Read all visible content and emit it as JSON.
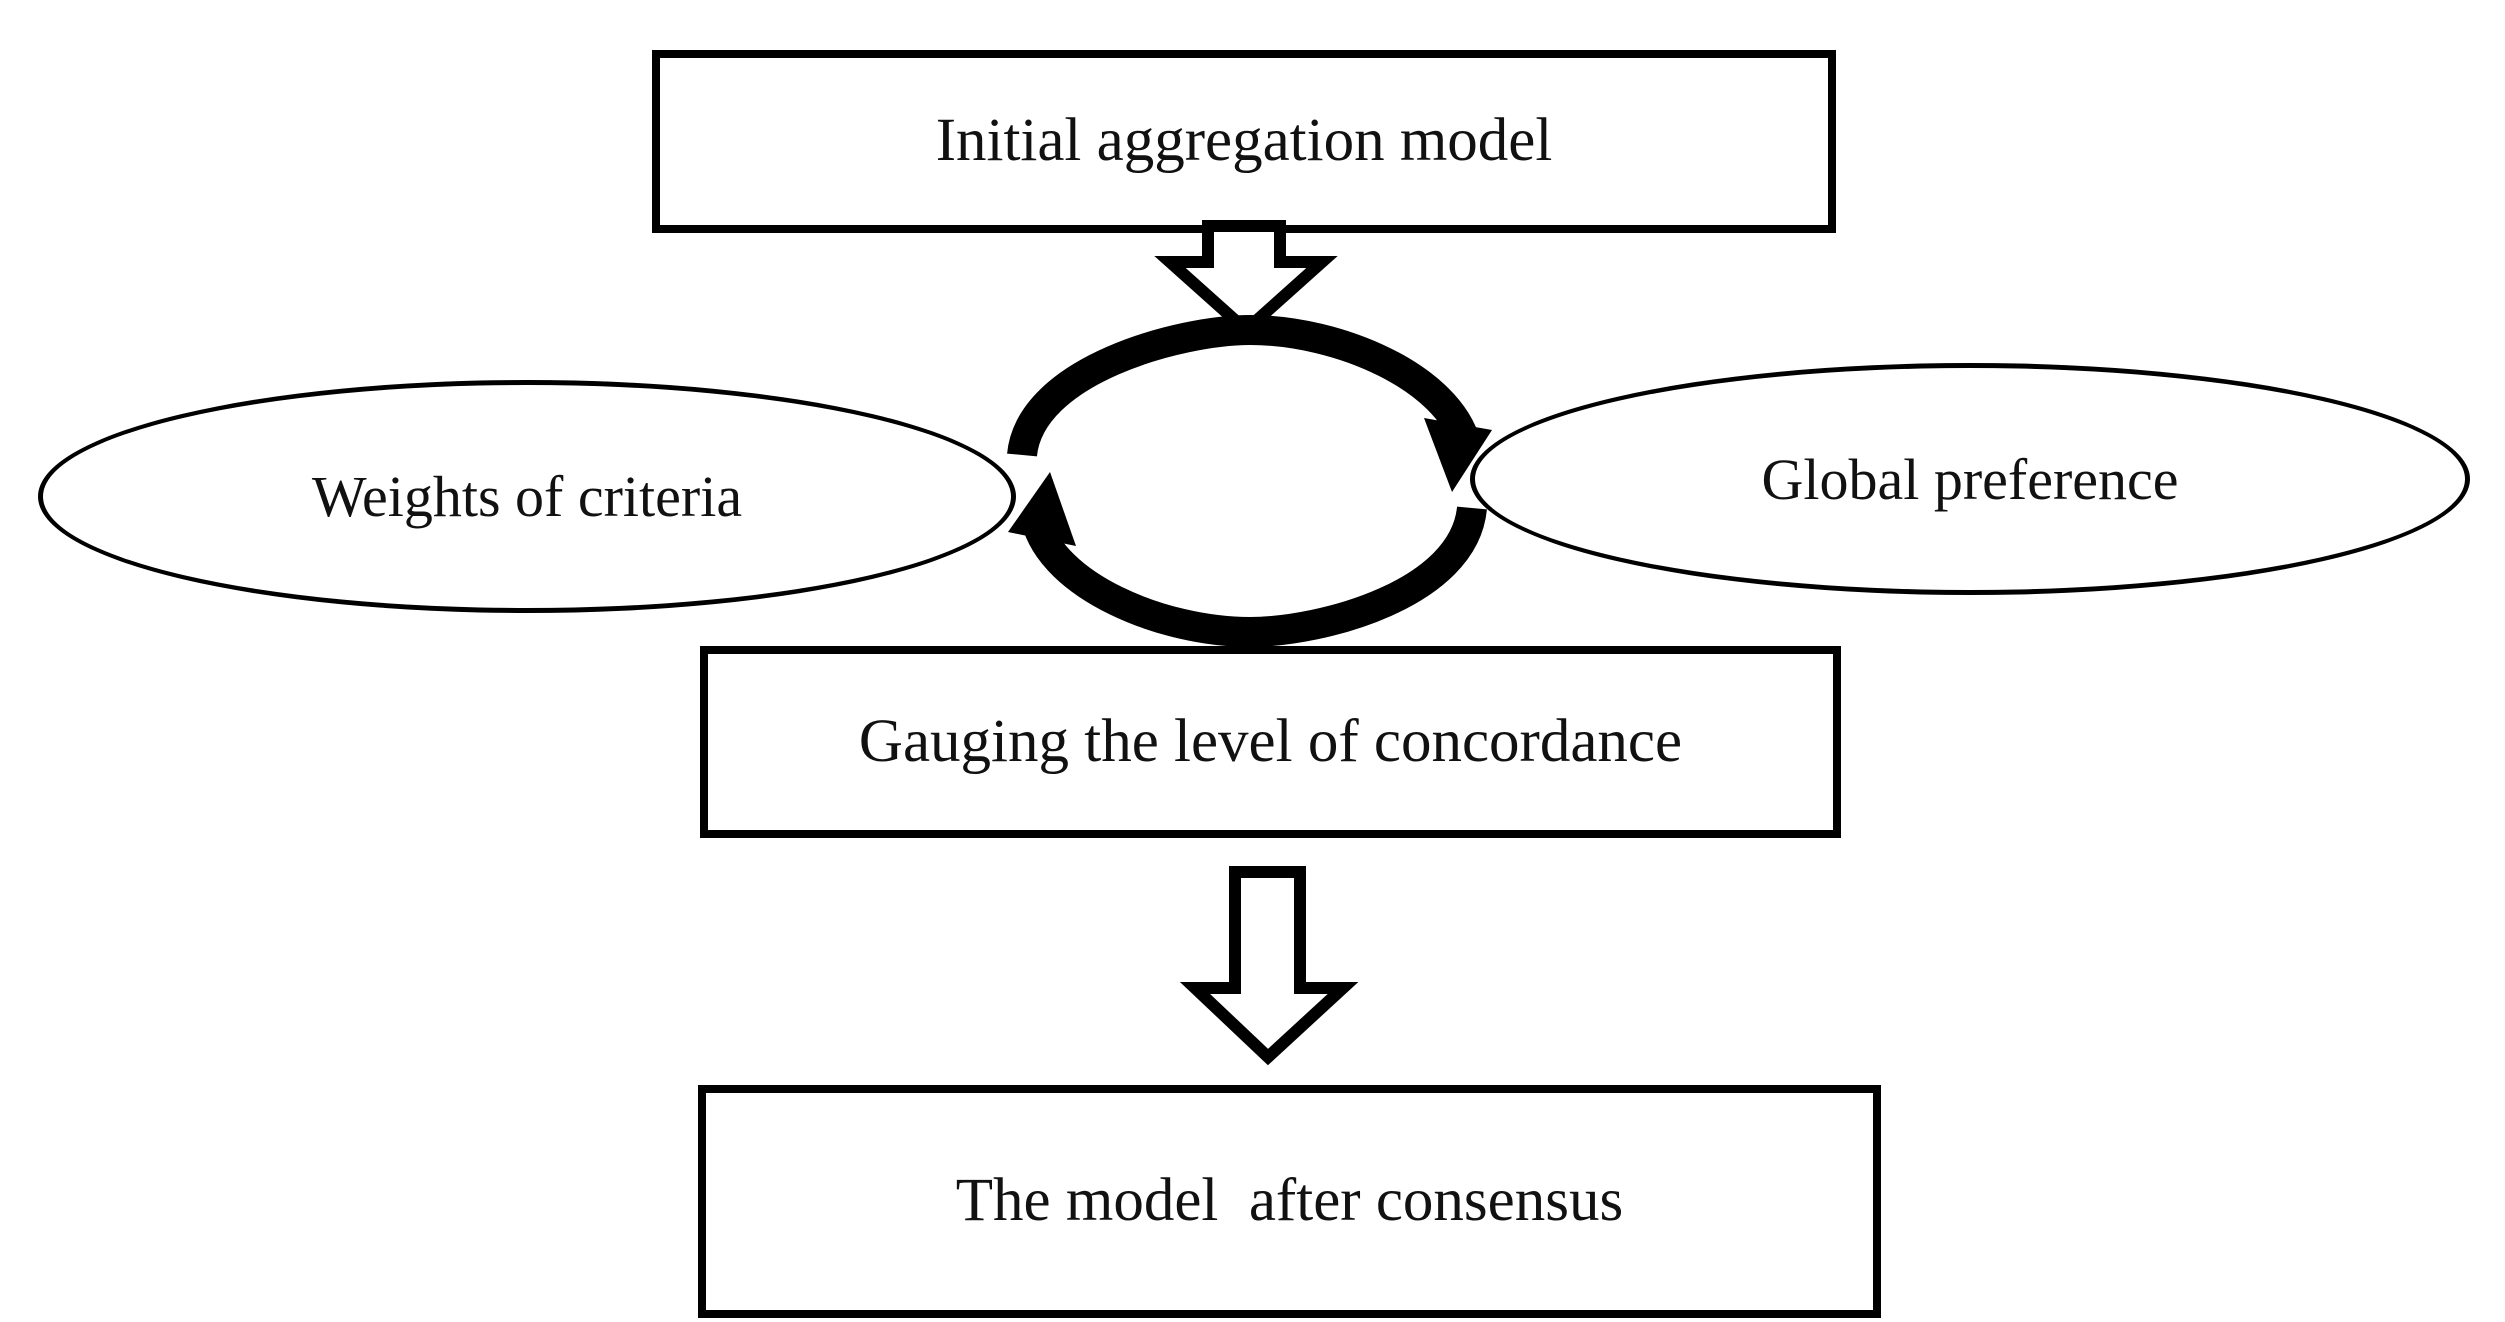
{
  "diagram": {
    "title": "Consensus aggregation model flow",
    "background_color": "#ffffff",
    "stroke_color": "#000000",
    "text_color": "#111111",
    "nodes": {
      "initial_model": {
        "label": "Initial aggregation model",
        "shape": "rectangle"
      },
      "weights_of_criteria": {
        "label": "Weights of criteria",
        "shape": "ellipse"
      },
      "global_preference": {
        "label": "Global preference",
        "shape": "ellipse"
      },
      "gauging_concordance": {
        "label": "Gauging the level of concordance",
        "shape": "rectangle"
      },
      "final_model": {
        "label": "The model  after consensus",
        "shape": "rectangle"
      }
    },
    "connectors": [
      {
        "name": "initial-model-to-pair",
        "type": "block-arrow",
        "direction": "down",
        "style": "hollow-outline",
        "from": "initial_model",
        "to": "weights_of_criteria / global_preference"
      },
      {
        "name": "weights-global-cycle",
        "type": "cyclic-double-arc-arrow",
        "direction": "bidirectional",
        "style": "solid-filled",
        "from": "weights_of_criteria",
        "to": "global_preference"
      },
      {
        "name": "gauging-to-final-model",
        "type": "block-arrow",
        "direction": "down",
        "style": "hollow-outline",
        "from": "gauging_concordance",
        "to": "final_model"
      }
    ]
  }
}
